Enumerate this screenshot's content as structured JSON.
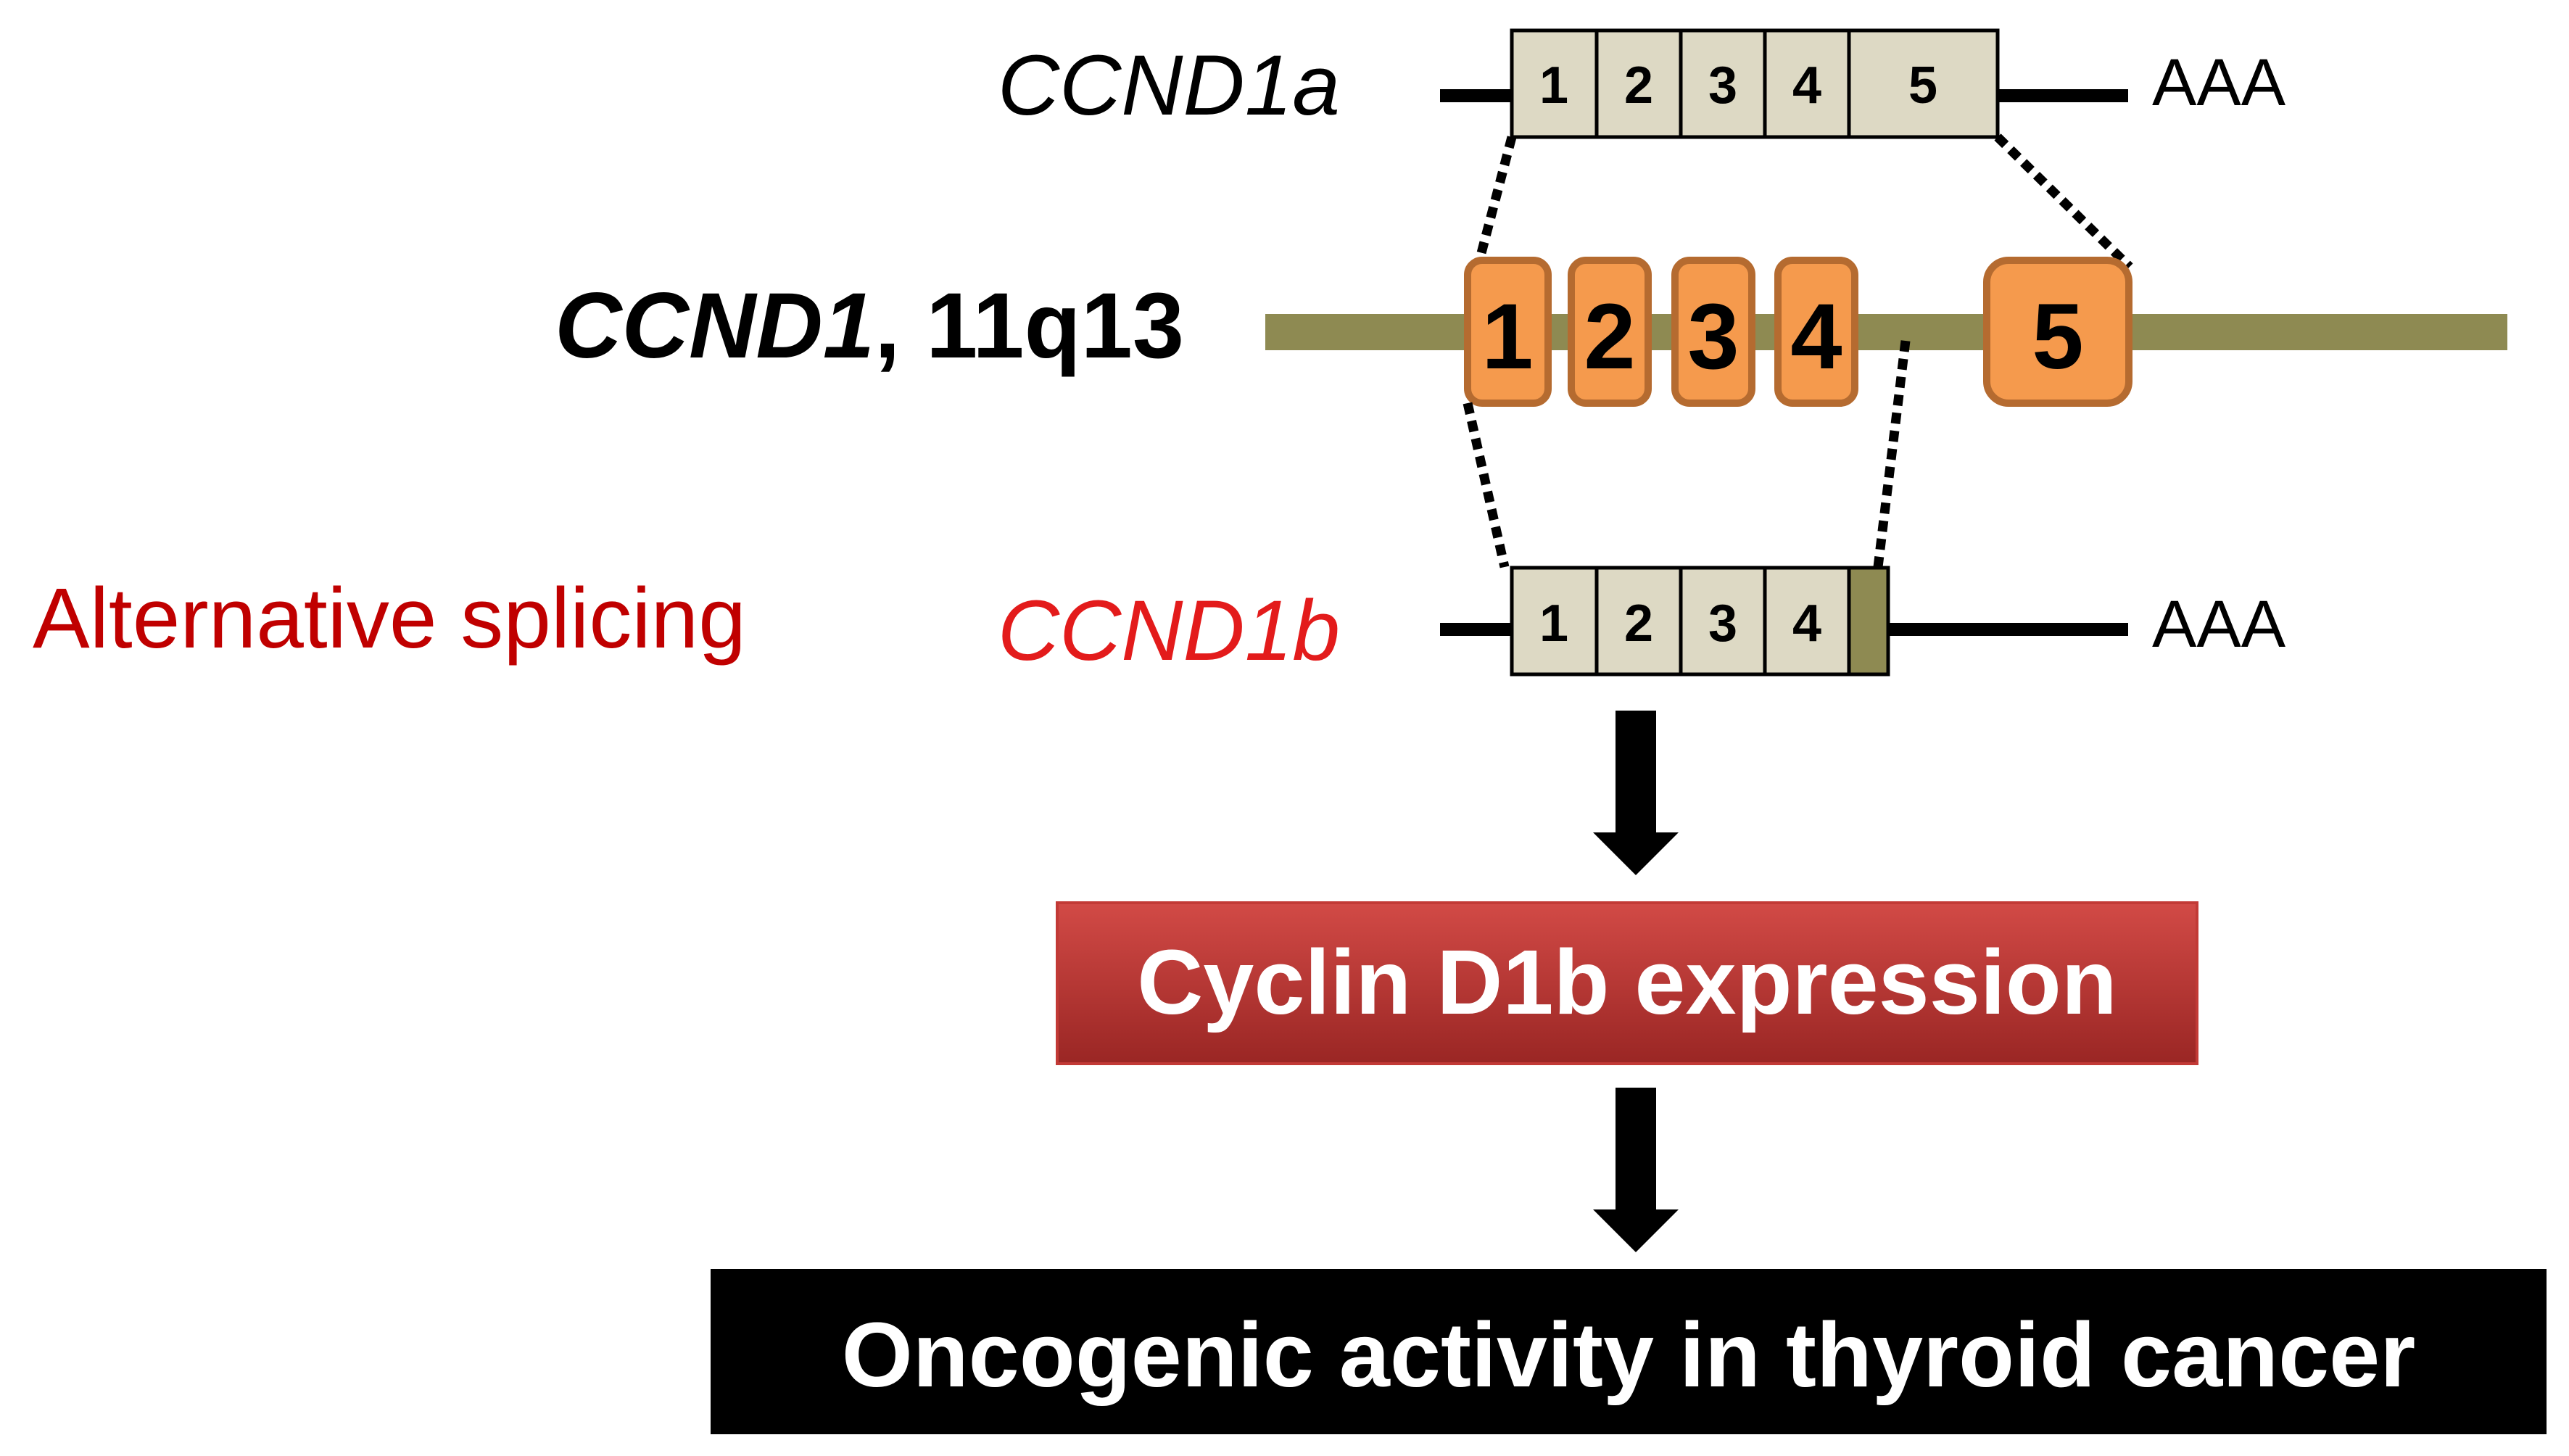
{
  "labels": {
    "ccnd1a": "CCND1a",
    "gene_name": "CCND1",
    "gene_locus": ", 11q13",
    "alt_splicing": "Alternative splicing",
    "ccnd1b": "CCND1b",
    "polyA_a": "AAA",
    "polyA_b": "AAA"
  },
  "transcript_a_exons": [
    "1",
    "2",
    "3",
    "4",
    "5"
  ],
  "genomic_exons": [
    "1",
    "2",
    "3",
    "4",
    "5"
  ],
  "transcript_b_exons": [
    "1",
    "2",
    "3",
    "4"
  ],
  "boxes": {
    "expression": "Cyclin D1b expression",
    "activity": "Oncogenic activity in thyroid cancer"
  },
  "colors": {
    "gene_line": "#8e8a52",
    "exon_fill": "#f59a4d",
    "exon_border": "#b56b30",
    "transcript_exon_fill": "#ddd9c4",
    "intron_retention": "#8e8a52",
    "variant_b_text": "#e31b1b",
    "alt_splicing_text": "#c00000",
    "expression_box_top": "#d24a46",
    "expression_box_bottom": "#9a2624",
    "activity_box": "#000000"
  }
}
